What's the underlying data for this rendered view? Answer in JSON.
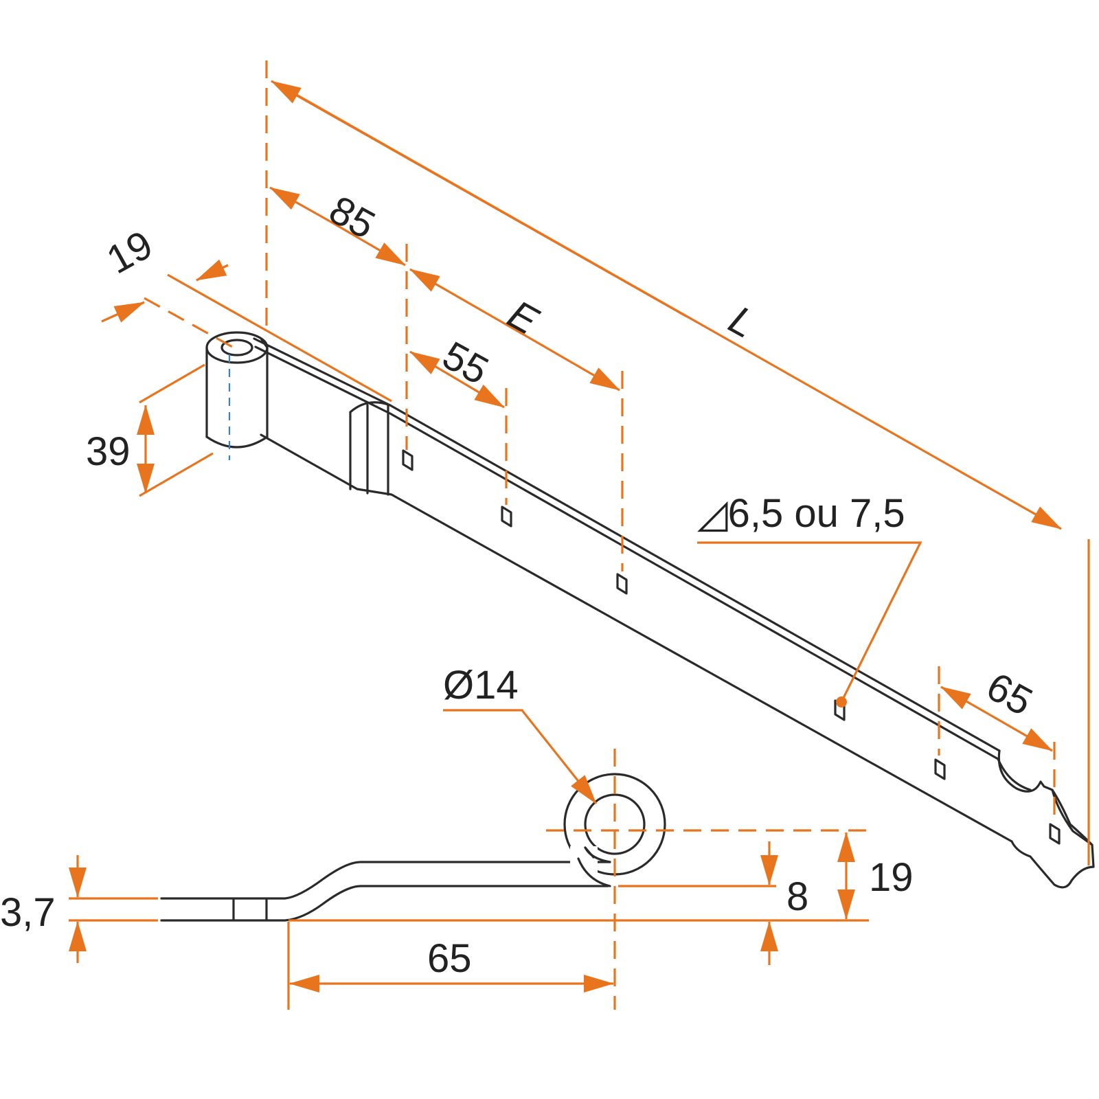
{
  "labels": {
    "dim_85": "85",
    "dim_e": "E",
    "dim_l": "L",
    "dim_19_top": "19",
    "dim_55": "55",
    "dim_39": "39",
    "dim_hole": "◿6,5 ou 7,5",
    "dim_65_right": "65",
    "dim_d14": "Ø14",
    "dim_8": "8",
    "dim_19_side": "19",
    "dim_3_7": "3,7",
    "dim_65_bottom": "65"
  },
  "colors": {
    "dimension_lines": "#e8741e",
    "part_outline": "#2a2a2a",
    "center_axis": "#3a7fc6"
  }
}
